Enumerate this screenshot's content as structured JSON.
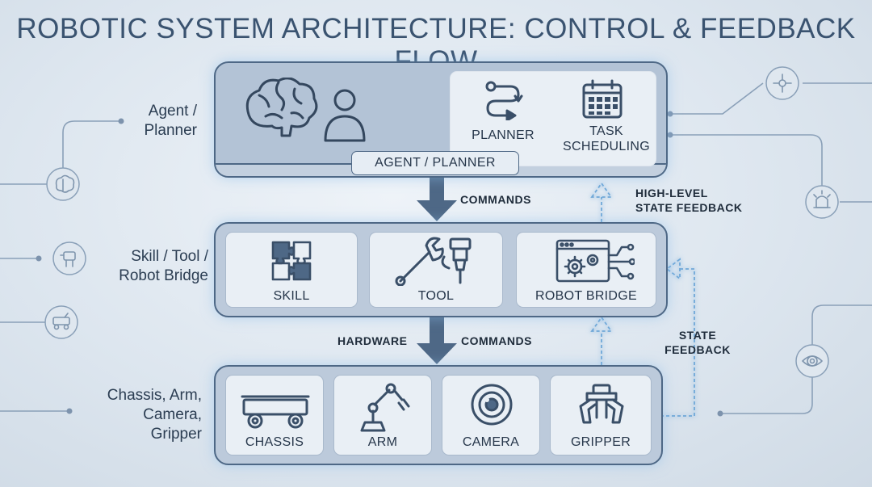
{
  "title": "ROBOTIC SYSTEM ARCHITECTURE: CONTROL & FEEDBACK FLOW",
  "side_labels": {
    "agent": [
      "Agent /",
      "Planner"
    ],
    "skill": [
      "Skill / Tool /",
      "Robot Bridge"
    ],
    "hardware": [
      "Chassis, Arm,",
      "Camera,",
      "Gripper"
    ]
  },
  "layers": {
    "agent": {
      "pill": "AGENT / PLANNER",
      "cards": [
        {
          "label": "PLANNER",
          "icon": "planner-flow-icon"
        },
        {
          "label_lines": [
            "TASK",
            "SCHEDULING"
          ],
          "icon": "calendar-icon"
        }
      ],
      "icons": [
        "brain-icon",
        "person-icon"
      ]
    },
    "skill": {
      "cards": [
        {
          "label": "SKILL",
          "icon": "puzzle-icon"
        },
        {
          "label": "TOOL",
          "icon": "wrench-drill-icon"
        },
        {
          "label": "ROBOT BRIDGE",
          "icon": "bridge-gears-icon"
        }
      ]
    },
    "hardware": {
      "cards": [
        {
          "label": "CHASSIS",
          "icon": "chassis-icon"
        },
        {
          "label": "ARM",
          "icon": "robot-arm-icon"
        },
        {
          "label": "CAMERA",
          "icon": "camera-icon"
        },
        {
          "label": "GRIPPER",
          "icon": "gripper-icon"
        }
      ]
    }
  },
  "flows": {
    "commands": "COMMANDS",
    "high_level_feedback": [
      "HIGH-LEVEL",
      "STATE FEEDBACK"
    ],
    "hardware": "HARDWARE",
    "hardware_commands": "COMMANDS",
    "state_feedback": [
      "STATE",
      "FEEDBACK"
    ]
  },
  "colors": {
    "background": "#dde6ef",
    "layer_fill": "#bccadb",
    "layer_border": "#4e6886",
    "card_fill": "#e9eff5",
    "arrow": "#4e6886",
    "glow": "#8ebfe8"
  }
}
